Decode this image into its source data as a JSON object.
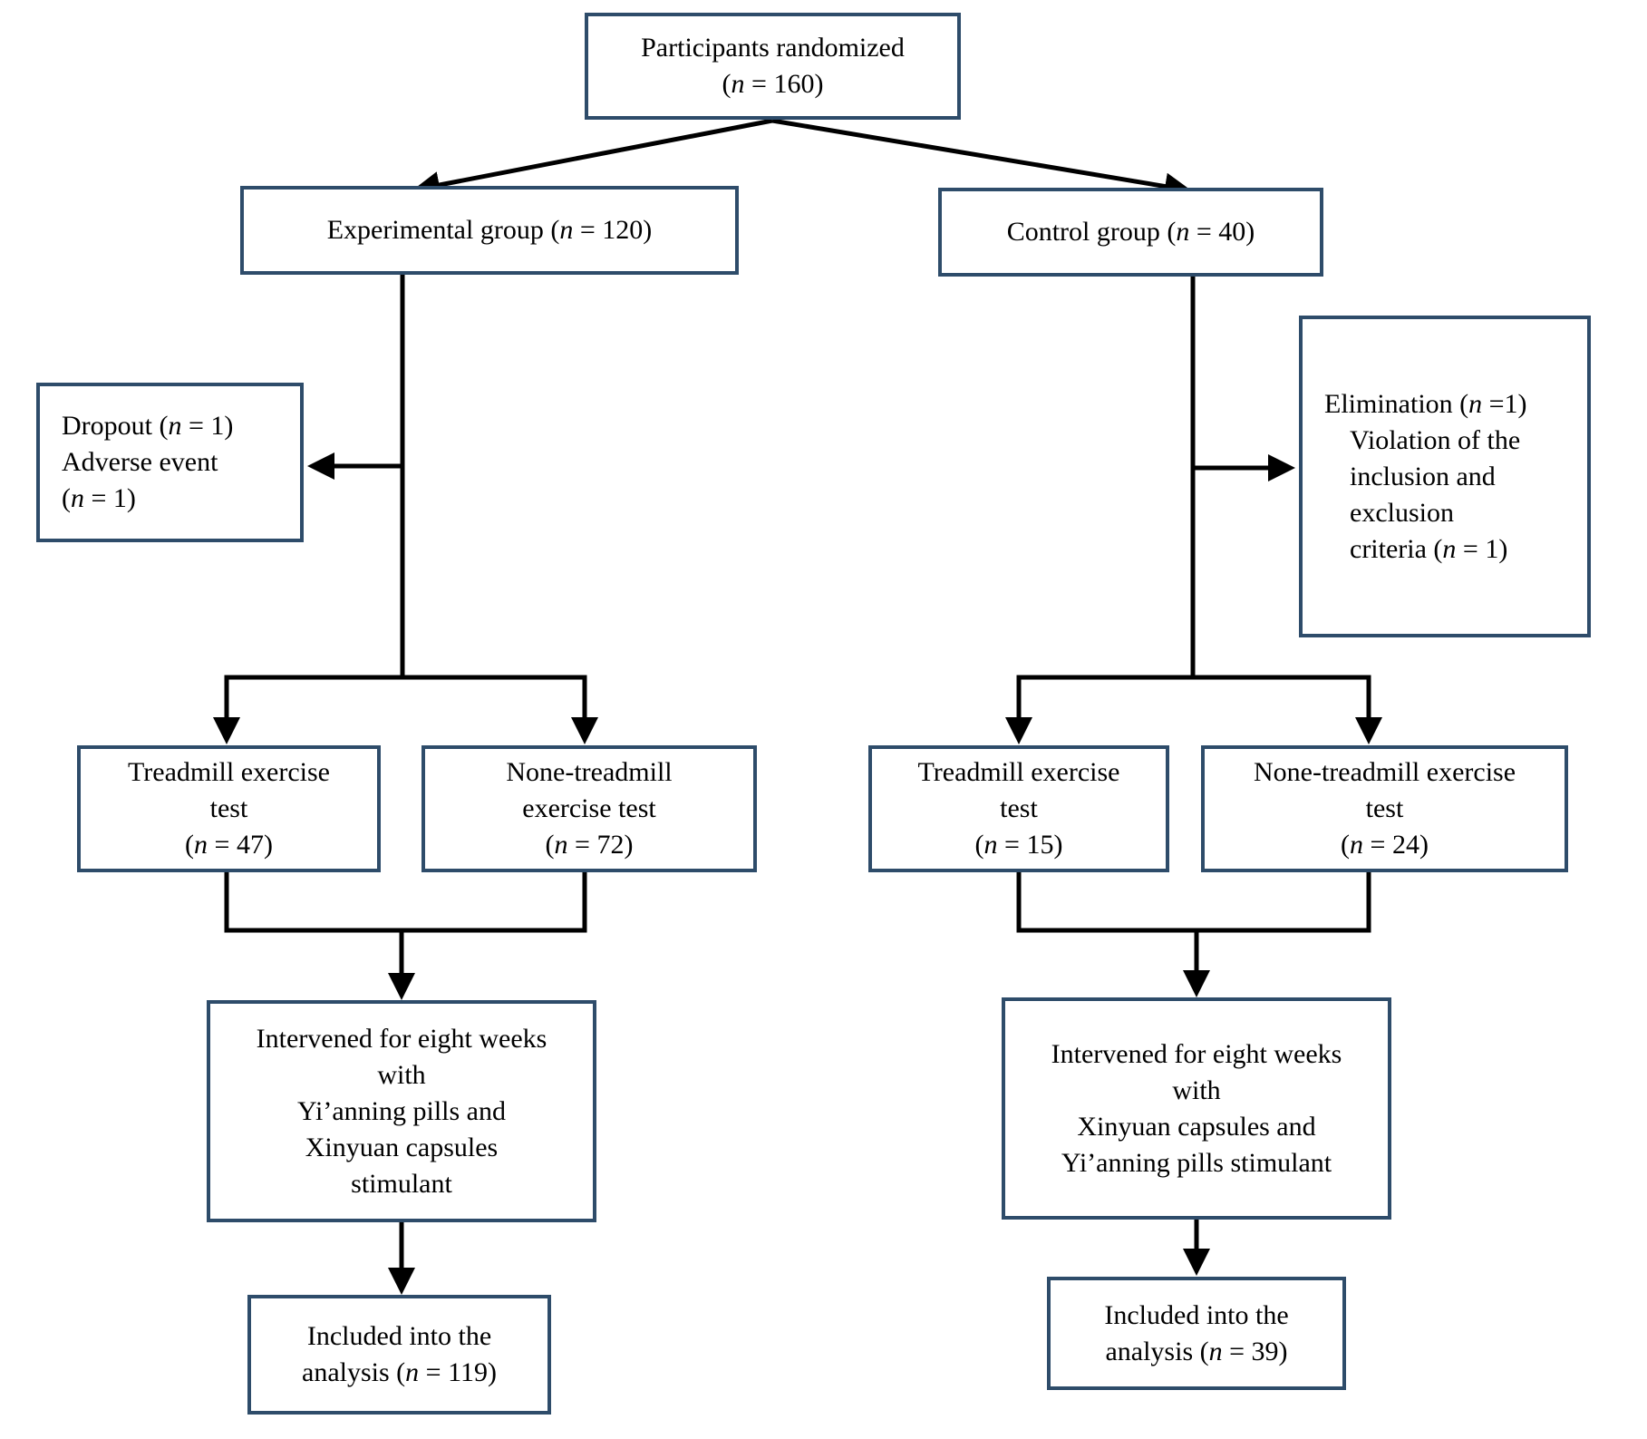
{
  "diagram": {
    "type": "flowchart",
    "colors": {
      "box_border": "#2e4c6a",
      "connector": "#000000",
      "background": "#ffffff",
      "text": "#000000"
    },
    "boxes": {
      "randomized": {
        "lines": [
          "Participants randomized",
          "(n = 160)"
        ]
      },
      "experimental": {
        "lines": [
          "Experimental group (n = 120)"
        ]
      },
      "control": {
        "lines": [
          "Control group (n = 40)"
        ]
      },
      "dropout": {
        "lines": [
          "Dropout (n = 1)",
          "Adverse event",
          "(n = 1)"
        ]
      },
      "elimination": {
        "lines": [
          "Elimination (n =1)",
          "Violation of the",
          "inclusion and",
          "exclusion",
          "criteria (n = 1)"
        ]
      },
      "treadmill_exp": {
        "lines": [
          "Treadmill exercise",
          "test",
          "(n = 47)"
        ]
      },
      "none_treadmill_exp": {
        "lines": [
          "None-treadmill",
          "exercise test",
          "(n = 72)"
        ]
      },
      "treadmill_ctrl": {
        "lines": [
          "Treadmill exercise",
          "test",
          "(n = 15)"
        ]
      },
      "none_treadmill_ctrl": {
        "lines": [
          "None-treadmill exercise",
          "test",
          "(n = 24)"
        ]
      },
      "intervened_exp": {
        "lines": [
          "Intervened for eight weeks",
          "with",
          "Yi’anning pills and",
          "Xinyuan capsules",
          "stimulant"
        ]
      },
      "intervened_ctrl": {
        "lines": [
          "Intervened for eight weeks",
          "with",
          "Xinyuan capsules and",
          "Yi’anning pills stimulant"
        ]
      },
      "included_exp": {
        "lines": [
          "Included into the",
          "analysis (n = 119)"
        ]
      },
      "included_ctrl": {
        "lines": [
          "Included into the",
          "analysis (n = 39)"
        ]
      }
    }
  }
}
